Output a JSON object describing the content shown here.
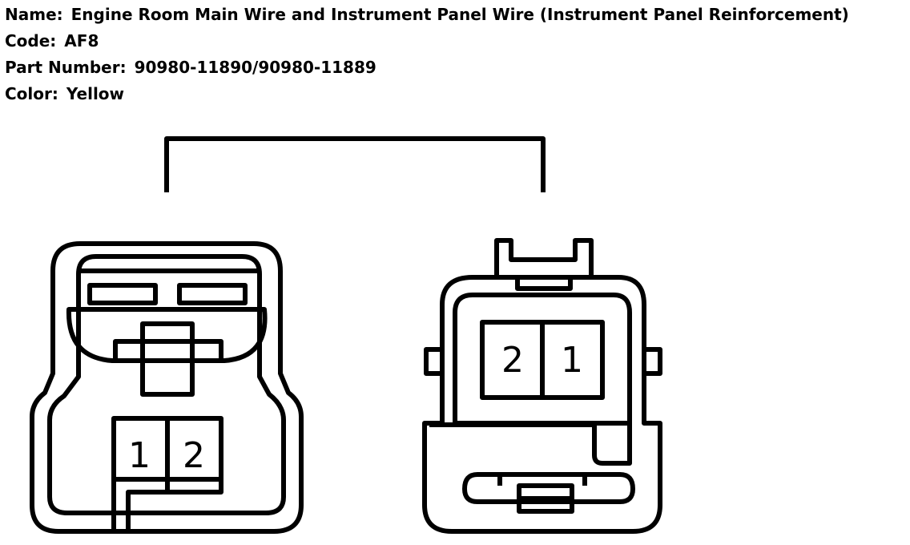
{
  "info": {
    "name_label": "Name:",
    "name_value": "Engine Room Main Wire and Instrument Panel Wire (Instrument Panel Reinforcement)",
    "code_label": "Code:",
    "code_value": "AF8",
    "part_label": "Part Number:",
    "part_value": "90980-11890/90980-11889",
    "color_label": "Color:",
    "color_value": "Yellow"
  },
  "left_connector": {
    "pins": [
      "1",
      "2"
    ]
  },
  "right_connector": {
    "pins": [
      "2",
      "1"
    ]
  },
  "colors": {
    "line": "#000000",
    "background": "#ffffff"
  }
}
